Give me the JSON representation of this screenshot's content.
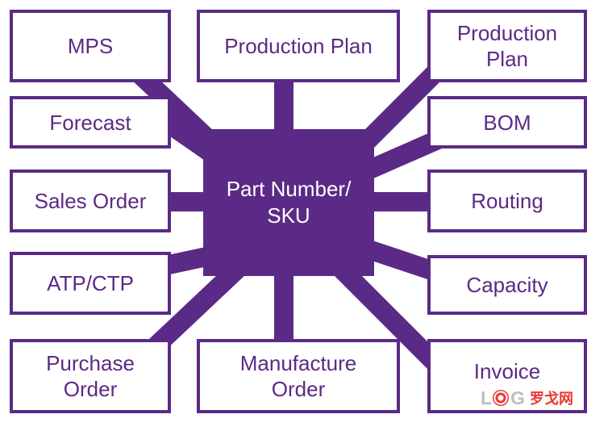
{
  "hub": {
    "label": "Part Number/\nSKU"
  },
  "boxes": {
    "mps": "MPS",
    "production_plan_top": "Production Plan",
    "production_plan_right": "Production\nPlan",
    "forecast": "Forecast",
    "bom": "BOM",
    "sales_order": "Sales Order",
    "routing": "Routing",
    "atp_ctp": "ATP/CTP",
    "capacity": "Capacity",
    "purchase_order": "Purchase\nOrder",
    "manufacture_order": "Manufacture\nOrder",
    "invoice": "Invoice"
  },
  "watermark": {
    "l": "L",
    "g": "G",
    "cn": "罗戈网"
  },
  "colors": {
    "accent": "#5b2a86",
    "background": "#ffffff",
    "watermark_red": "#e53935"
  }
}
